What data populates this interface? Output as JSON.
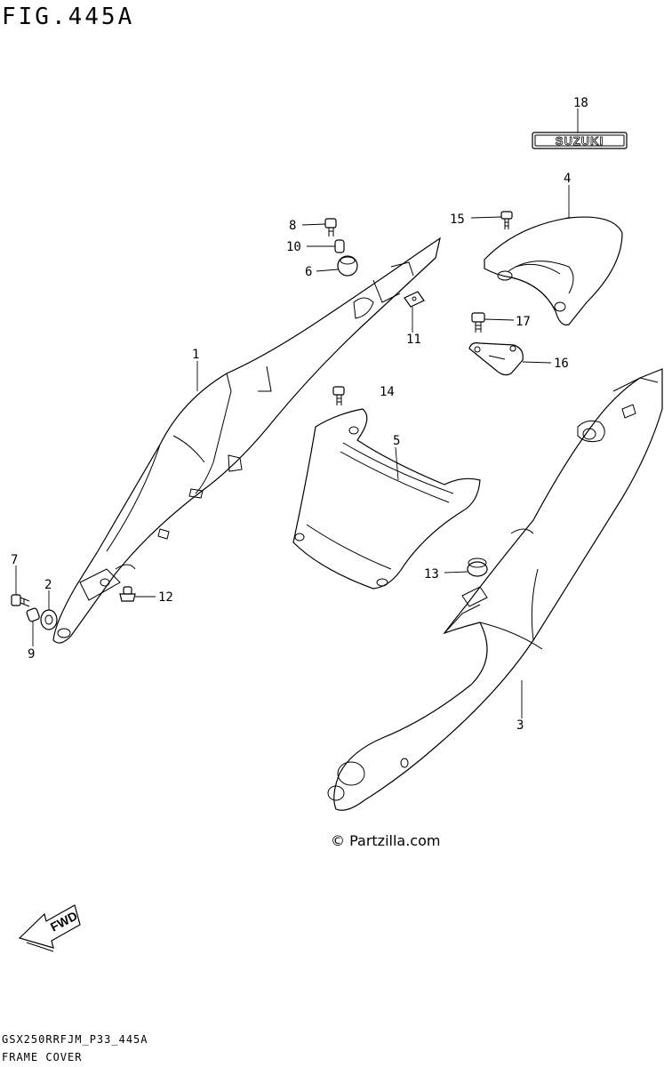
{
  "figure_title": "FIG.445A",
  "watermark": "© Partzilla.com",
  "badge_text": "SUZUKI",
  "fwd_text": "FWD",
  "footer": {
    "code": "GSX250RRFJM_P33_445A",
    "name": "FRAME COVER"
  },
  "callouts": {
    "p1": "1",
    "p2": "2",
    "p3": "3",
    "p4": "4",
    "p5": "5",
    "p6": "6",
    "p7": "7",
    "p8": "8",
    "p9": "9",
    "p10": "10",
    "p11": "11",
    "p12": "12",
    "p13": "13",
    "p14": "14",
    "p15": "15",
    "p16": "16",
    "p17": "17",
    "p18": "18"
  }
}
